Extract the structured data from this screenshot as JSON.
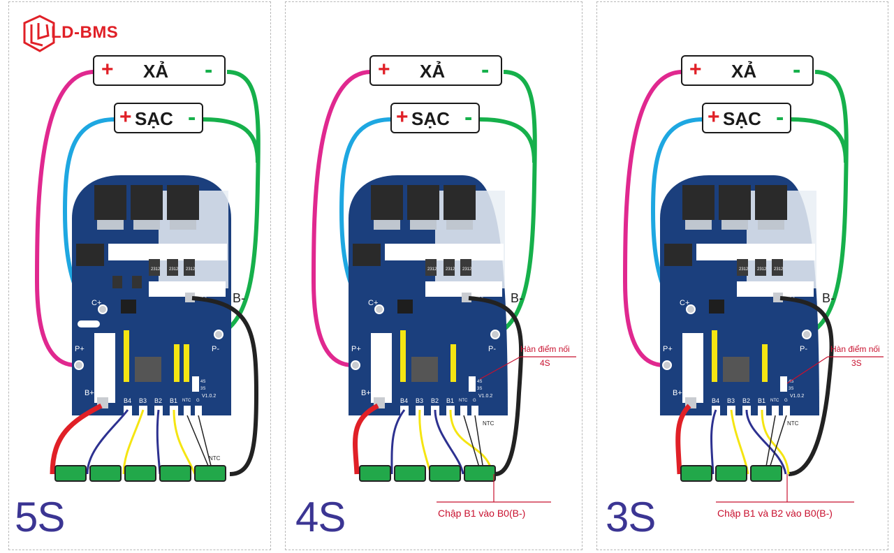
{
  "brand": {
    "logo_text": "LD-BMS"
  },
  "labels": {
    "discharge": "XẢ",
    "charge": "SẠC",
    "plus": "+",
    "minus": "-"
  },
  "pins": {
    "c_plus": "C+",
    "b_minus_pad": "B-",
    "p_plus": "P+",
    "p_minus": "P-",
    "b_plus": "B+",
    "b4": "B4",
    "b3": "B3",
    "b2": "B2",
    "b1": "B1",
    "ntc": "NTC",
    "g": "G",
    "b_minus_wire": "B-",
    "version": "V1.0.2",
    "sel_4s": "4S",
    "sel_3s": "3S",
    "ntc_cable": "NTC",
    "chip_2312": "2312"
  },
  "panels": [
    {
      "config": "5S"
    },
    {
      "config": "4S",
      "solder_note": "Hàn điểm nối",
      "solder_target": "4S",
      "bridge_note": "Chập B1 vào B0(B-)"
    },
    {
      "config": "3S",
      "solder_note": "Hàn điểm nối",
      "solder_target": "3S",
      "bridge_note": "Chập B1 và B2 vào B0(B-)"
    }
  ],
  "colors": {
    "discharge_plus_wire": "#e0288f",
    "charge_plus_wire": "#1ea7e1",
    "negative_wire": "#16b04b",
    "b_minus_wire": "#222222",
    "bplus_wire": "#e02027",
    "balance_wire_blue": "#2d3190",
    "balance_wire_yellow": "#f5e512",
    "pcb": "#1b3f7d",
    "cell": "#22a84a",
    "annotation": "#c8102e",
    "config_label": "#3b3593"
  }
}
